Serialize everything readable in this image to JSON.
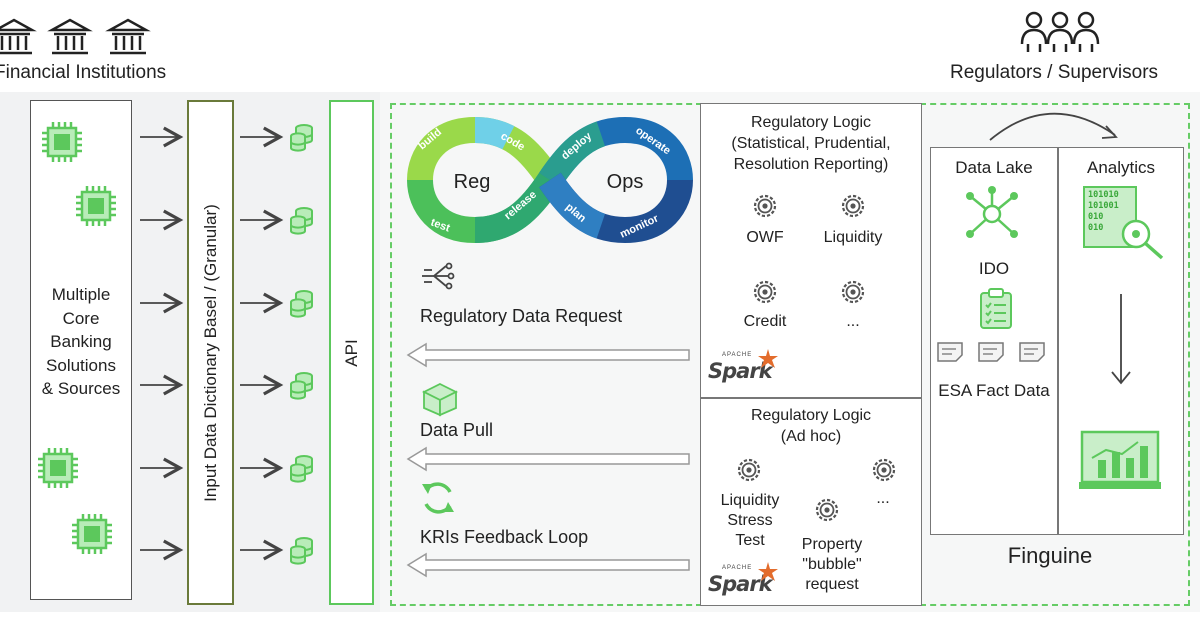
{
  "header": {
    "left_label": "Financial Institutions",
    "right_label": "Regulators / Supervisors"
  },
  "sources_box": {
    "label_lines": [
      "Multiple",
      "Core",
      "Banking",
      "Solutions",
      "& Sources"
    ]
  },
  "dictionary_box": {
    "label": "Input Data Dictionary Basel / (Granular)"
  },
  "api_box": {
    "label": "API"
  },
  "regops": {
    "left_word": "Reg",
    "right_word": "Ops",
    "stages": [
      "build",
      "code",
      "deploy",
      "operate",
      "test",
      "release",
      "plan",
      "monitor"
    ]
  },
  "flows": {
    "request": "Regulatory Data Request",
    "pull": "Data Pull",
    "kri": "KRIs Feedback Loop"
  },
  "logic_top": {
    "title_lines": [
      "Regulatory Logic",
      "(Statistical, Prudential,",
      "Resolution Reporting)"
    ],
    "items": [
      "OWF",
      "Liquidity",
      "Credit",
      "..."
    ]
  },
  "logic_bottom": {
    "title_lines": [
      "Regulatory Logic",
      "(Ad hoc)"
    ],
    "item1_lines": [
      "Liquidity",
      "Stress",
      "Test"
    ],
    "item2_lines": [
      "Property",
      "\"bubble\"",
      "request"
    ],
    "item3": "..."
  },
  "spark": {
    "small": "APACHE",
    "word": "Spark"
  },
  "finguine": {
    "data_lake": "Data Lake",
    "analytics": "Analytics",
    "ido": "IDO",
    "esa": "ESA Fact Data",
    "name": "Finguine",
    "binary_lines": [
      "101010",
      "101001",
      "010",
      "010"
    ]
  },
  "colors": {
    "green": "#5cc85c",
    "dash_green": "#66cc66",
    "blue_dark": "#1f4e91",
    "teal": "#2a9d8f"
  }
}
